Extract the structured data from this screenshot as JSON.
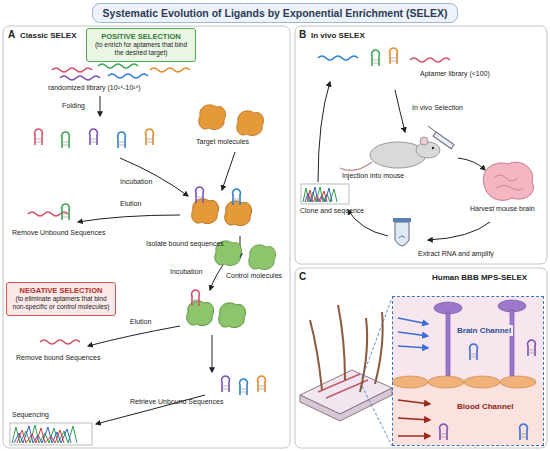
{
  "diagram": {
    "title": "Systematic Evolution of Ligands by Exponential Enrichment (SELEX)",
    "nodes": [
      {
        "text": [
          "POSITIVE SELECTION",
          "(to enrich for aptamers that bind the desired target)"
        ]
      },
      {
        "text": [
          "NEGATIVE SELECTION",
          "(to eliminate aptamers that bind non-specific or control molecules)"
        ]
      },
      {
        "text": [
          "Brain Channel",
          "Blood Channel"
        ]
      }
    ],
    "labels": [
      "A",
      "Classic SELEX",
      "randomized library (10¹⁴-10¹⁶)",
      "Folding",
      "Incubation",
      "Target molecules",
      "Elution",
      "Remove Unbound Sequences",
      "Isolate bound sequences",
      "Incubation",
      "Control molecules",
      "Elution",
      "Remove bound Sequences",
      "Retrieve Unbound Sequences",
      "Sequencing",
      "B",
      "In vivo SELEX",
      "Aptamer library (<100)",
      "In vivo Selection",
      "Injection into mouse",
      "Clone and sequence",
      "Harvest mouse brain",
      "Extract RNA and amplify",
      "C",
      "Human BBB MPS-SELEX"
    ]
  }
}
